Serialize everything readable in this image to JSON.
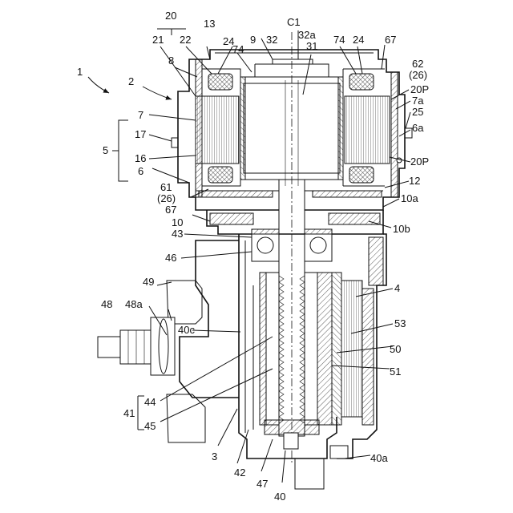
{
  "labels": {
    "l1": "1",
    "l2": "2",
    "l3": "3",
    "l4": "4",
    "l5": "5",
    "l6": "6",
    "l6a": "6a",
    "l7": "7",
    "l7a": "7a",
    "l8": "8",
    "l9": "9",
    "l10": "10",
    "l10a": "10a",
    "l10b": "10b",
    "l12": "12",
    "l13": "13",
    "l16": "16",
    "l17": "17",
    "l20": "20",
    "l20p_top": "20P",
    "l20p_bot": "20P",
    "l21": "21",
    "l22": "22",
    "l24_left": "24",
    "l24_right": "24",
    "l25": "25",
    "l26_left": "(26)",
    "l26_right": "(26)",
    "l31": "31",
    "l32": "32",
    "l32a": "32a",
    "l40": "40",
    "l40a": "40a",
    "l40c": "40c",
    "l41": "41",
    "l42": "42",
    "l43": "43",
    "l44": "44",
    "l45": "45",
    "l46": "46",
    "l47": "47",
    "l48": "48",
    "l48a": "48a",
    "l49": "49",
    "l50": "50",
    "l51": "51",
    "l53": "53",
    "l61": "61",
    "l62": "62",
    "l67_left": "67",
    "l67_right": "67",
    "l74_left": "74",
    "l74_right": "74",
    "lC1": "C1"
  }
}
